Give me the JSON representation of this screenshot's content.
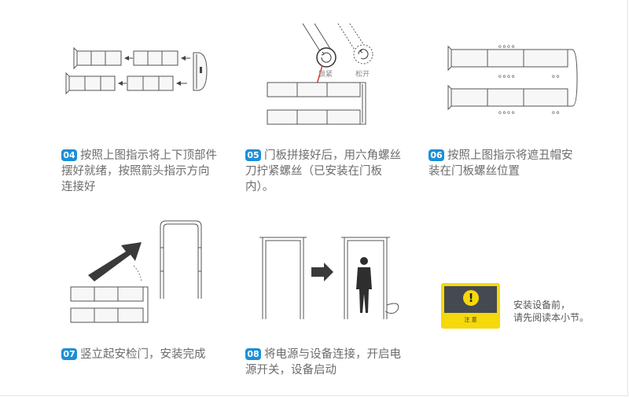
{
  "steps": [
    {
      "num": "04",
      "text": "按照上图指示将上下顶部件摆好就绪，按照箭头指示方向连接好"
    },
    {
      "num": "05",
      "text": "门板拼接好后，用六角螺丝刀拧紧螺丝（已安装在门板内）。"
    },
    {
      "num": "06",
      "text": "按照上图指示将遮丑帽安装在门板螺丝位置"
    },
    {
      "num": "07",
      "text": "竖立起安检门，安装完成"
    },
    {
      "num": "08",
      "text": "将电源与设备连接，开启电源开关，设备启动"
    }
  ],
  "labels": {
    "lock": "锁紧",
    "loosen": "松开"
  },
  "notice": {
    "badge": "注 意",
    "line1": "安装设备前，",
    "line2": "请先阅读本小节。"
  },
  "colors": {
    "accent": "#1c8fd6",
    "notice_yellow": "#f5d90a",
    "notice_dark": "#454a52"
  }
}
